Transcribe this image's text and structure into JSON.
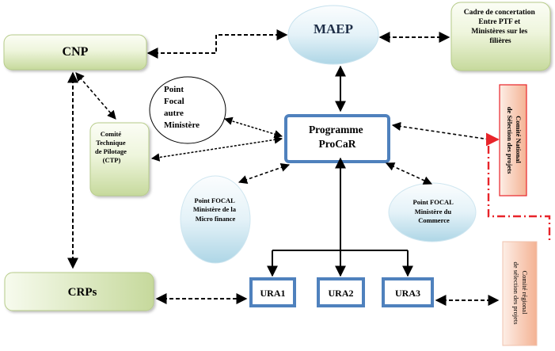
{
  "nodes": {
    "maep": {
      "label": "MAEP"
    },
    "cadre": {
      "lines": [
        "Cadre de concertation",
        "Entre PTF et",
        "Ministères sur les",
        "filières"
      ]
    },
    "cnp": {
      "label": "CNP"
    },
    "point_focal_autre": {
      "lines": [
        "Point",
        "Focal",
        "autre",
        "Ministère"
      ]
    },
    "programme": {
      "lines": [
        "Programme",
        "ProCaR"
      ]
    },
    "ctp": {
      "lines": [
        "Comité",
        "Technique",
        "de Pilotage",
        "(CTP)"
      ]
    },
    "comite_national": {
      "lines": [
        "Comité National",
        "de Sélection des projets"
      ]
    },
    "point_focal_micro": {
      "lines": [
        "Point FOCAL",
        "Ministère de la",
        "Micro finance"
      ]
    },
    "point_focal_commerce": {
      "lines": [
        "Point FOCAL",
        "Ministère du",
        "Commerce"
      ]
    },
    "crps": {
      "label": "CRPs"
    },
    "ura1": {
      "label": "URA1"
    },
    "ura2": {
      "label": "URA2"
    },
    "ura3": {
      "label": "URA3"
    },
    "comite_regional": {
      "lines": [
        "Comité régional",
        "de sélection des projets"
      ]
    }
  },
  "colors": {
    "green_light": "#f3f8e8",
    "green_dark": "#c9dba2",
    "blue_light": "#f4fafc",
    "blue_dark": "#b6dcea",
    "frame_blue": "#4f81bd",
    "red_dash": "#e8242a",
    "salmon": "#f6b9a0",
    "ink": "#000000"
  }
}
